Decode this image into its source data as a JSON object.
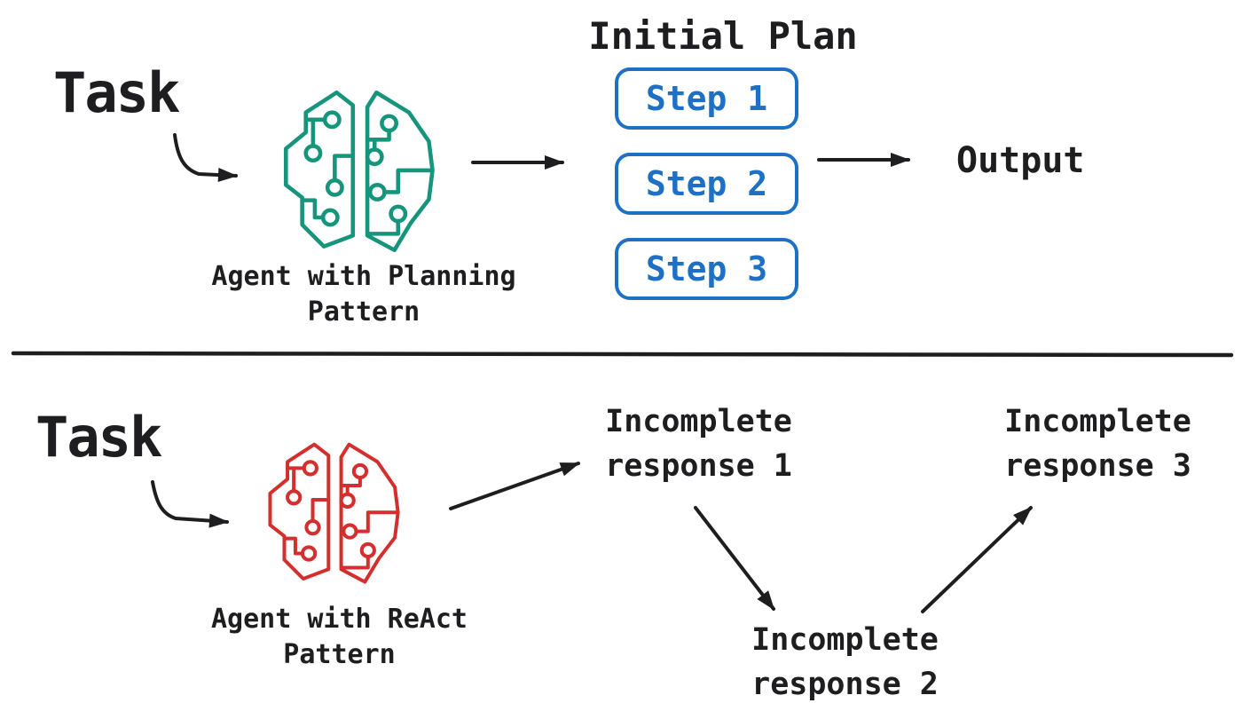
{
  "colors": {
    "ink": "#1e1e20",
    "teal": "#17957c",
    "red": "#d32f2f",
    "blue": "#1e70c5",
    "background": "#ffffff"
  },
  "planning_flow": {
    "task_label": "Task",
    "brain_icon": "circuit-brain-icon",
    "brain_color": "#17957c",
    "agent_caption_lines": [
      "Agent with Planning",
      "Pattern"
    ],
    "plan_title": "Initial Plan",
    "steps": [
      {
        "label": "Step 1"
      },
      {
        "label": "Step 2"
      },
      {
        "label": "Step 3"
      }
    ],
    "output_label": "Output"
  },
  "react_flow": {
    "task_label": "Task",
    "brain_icon": "circuit-brain-icon",
    "brain_color": "#d32f2f",
    "agent_caption_lines": [
      "Agent with ReAct",
      "Pattern"
    ],
    "responses": [
      {
        "lines": [
          "Incomplete",
          "response 1"
        ]
      },
      {
        "lines": [
          "Incomplete",
          "response 2"
        ]
      },
      {
        "lines": [
          "Incomplete",
          "response 3"
        ]
      }
    ]
  }
}
